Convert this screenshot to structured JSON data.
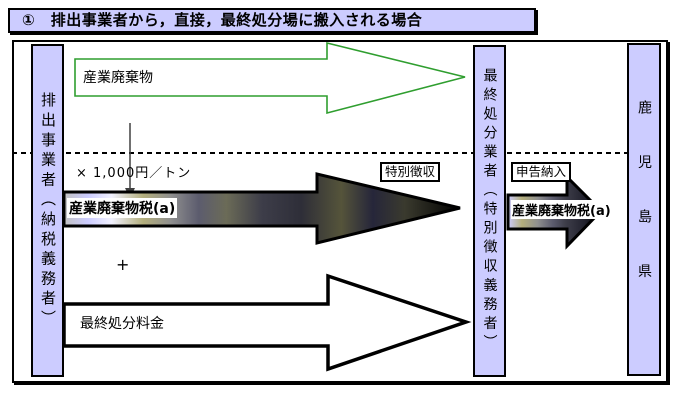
{
  "title": "①　排出事業者から，直接，最終処分場に搬入される場合",
  "actors": {
    "emitter": "排出事業者（納税義務者）",
    "disposer": "最終処分業者（特別徴収義務者）",
    "prefecture": "鹿児島県"
  },
  "labels": {
    "industrial_waste": "産業廃棄物",
    "tax_rate": "× 1,000円／トン",
    "waste_tax_a": "産業廃棄物税(a)",
    "special_collection": "特別徴収",
    "plus": "+",
    "disposal_fee": "最終処分料金",
    "declaration_payment": "申告納入",
    "waste_tax_a2": "産業廃棄物税(a)"
  },
  "colors": {
    "box_fill": "#ccccff",
    "green_arrow": "#2f9e2f",
    "border": "#000000"
  }
}
